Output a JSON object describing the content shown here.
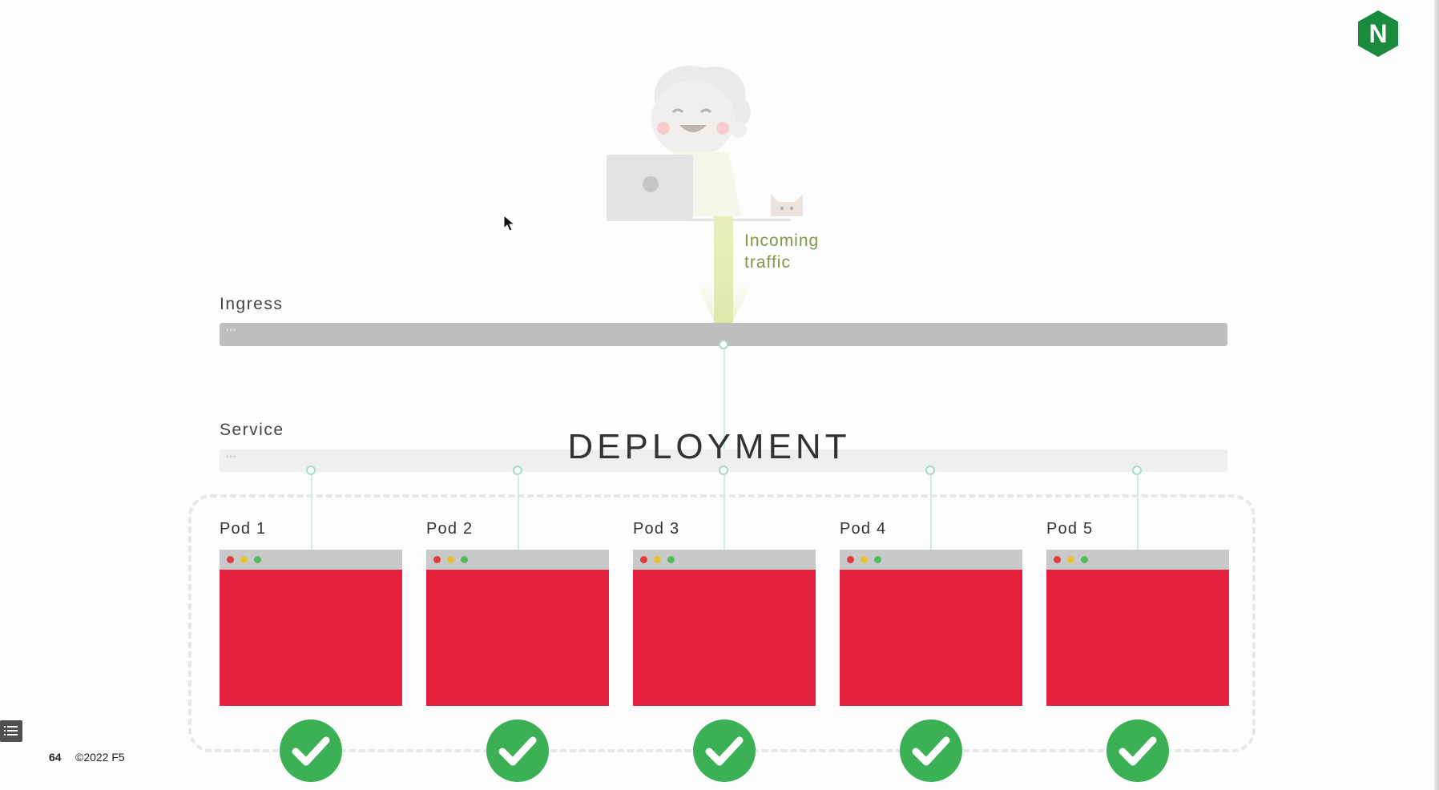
{
  "diagram": {
    "incoming_traffic": "Incoming traffic",
    "ingress_label": "Ingress",
    "service_label": "Service",
    "deployment_title": "DEPLOYMENT",
    "pods": [
      {
        "label": "Pod 1",
        "status": "healthy"
      },
      {
        "label": "Pod 2",
        "status": "healthy"
      },
      {
        "label": "Pod 3",
        "status": "healthy"
      },
      {
        "label": "Pod 4",
        "status": "healthy"
      },
      {
        "label": "Pod 5",
        "status": "healthy"
      }
    ]
  },
  "footer": {
    "slide_number": "64",
    "copyright": "©2022 F5"
  },
  "logo": {
    "letter": "N",
    "color": "#1a8b3c"
  },
  "colors": {
    "pod_body": "#e3213d",
    "check": "#3cb054",
    "traffic": "#7a9a48",
    "connector": "#a8dcc8"
  }
}
